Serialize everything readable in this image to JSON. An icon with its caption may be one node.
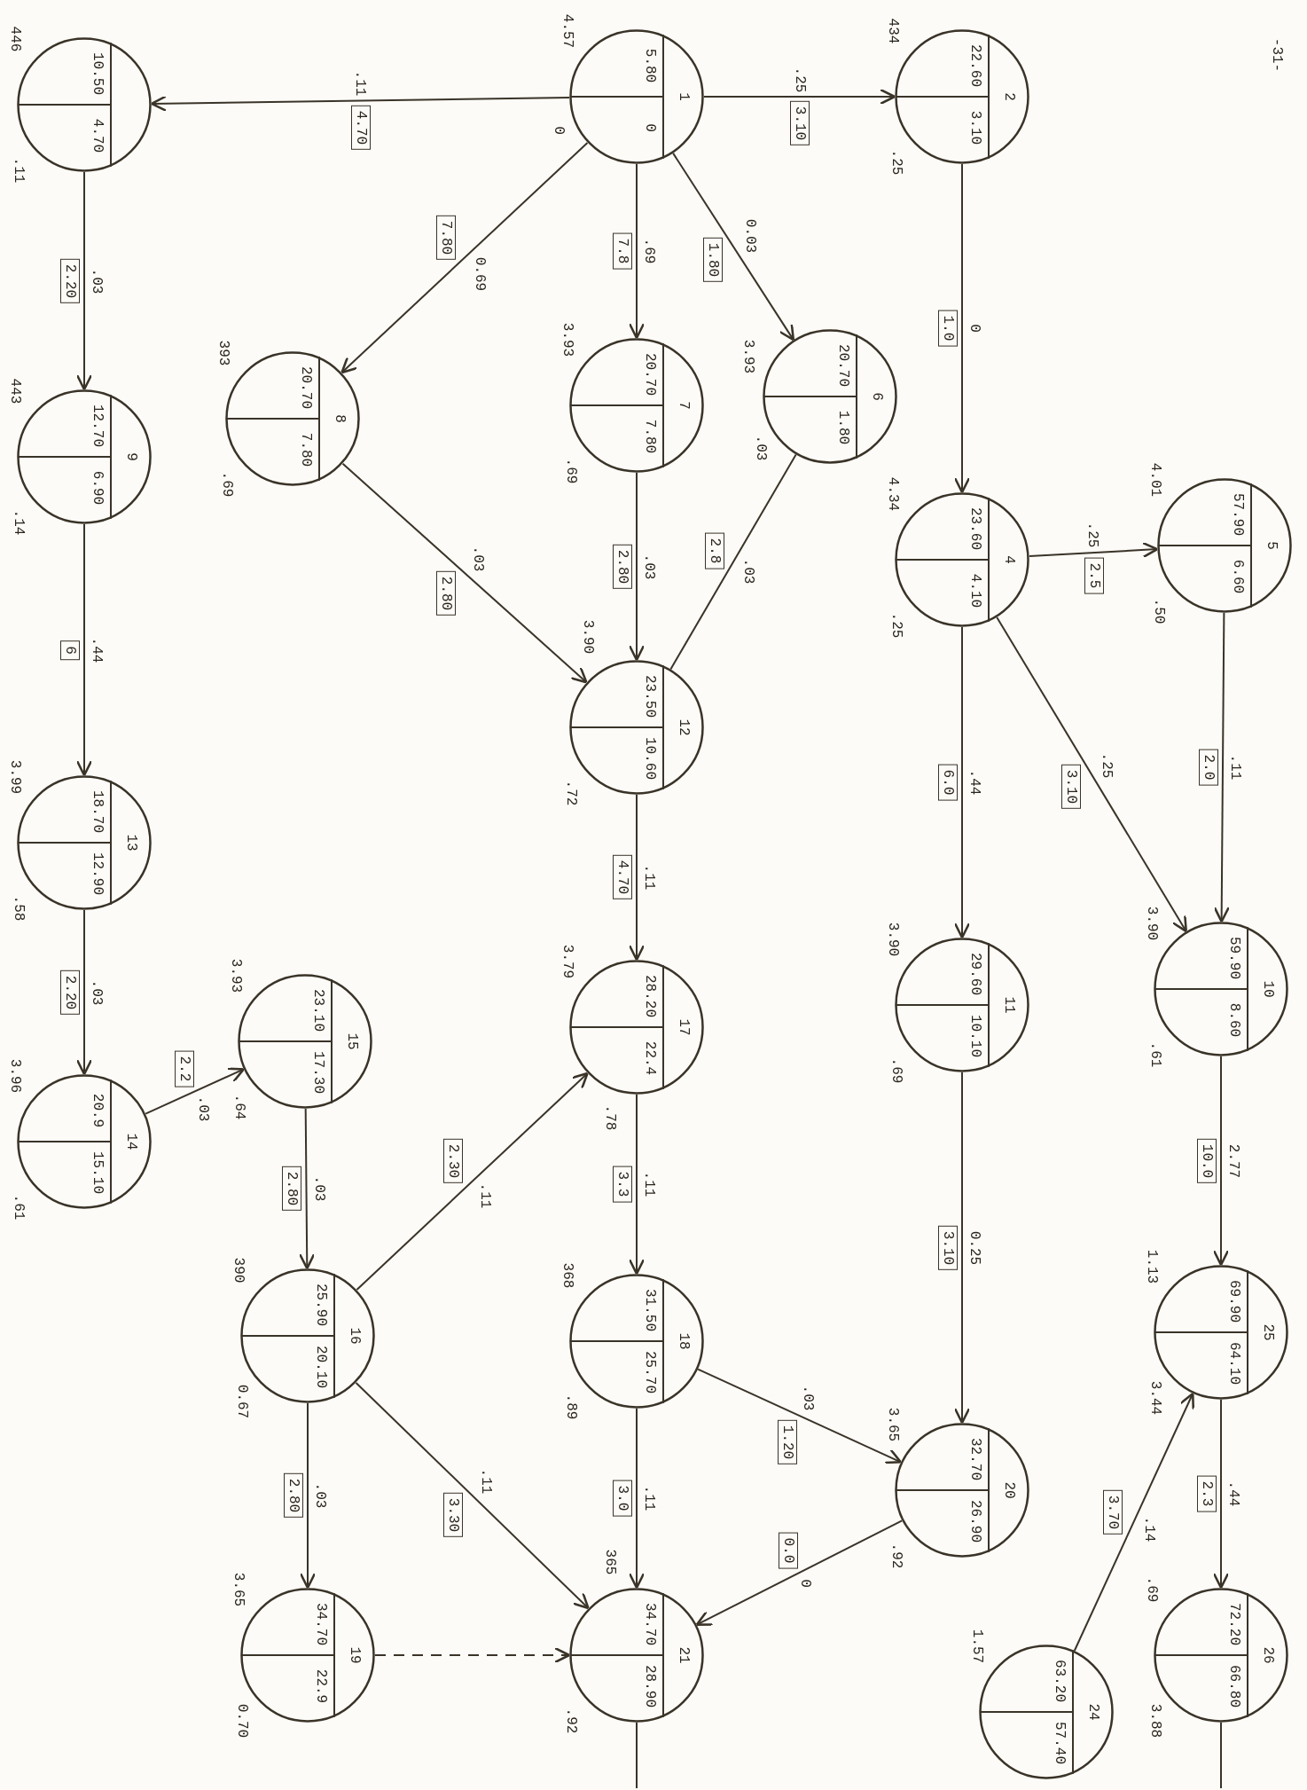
{
  "diagram": {
    "nodes": [
      {
        "text": [
          "10.50",
          "4.70"
        ],
        "beside": [
          "446",
          ".11"
        ]
      },
      {
        "text": [
          "1",
          "5.80",
          "0"
        ],
        "beside": [
          "4.57",
          "0"
        ]
      },
      {
        "text": [
          "2",
          "22.60",
          "3.10"
        ],
        "beside": [
          "434",
          ".25"
        ]
      },
      {
        "text": [
          "4",
          "23.60",
          "4.10"
        ],
        "beside": [
          "4.34",
          ".25"
        ]
      },
      {
        "text": [
          "5",
          "57.90",
          "6.60"
        ],
        "beside": [
          "4.01",
          ".50"
        ]
      },
      {
        "text": [
          "6",
          "20.70",
          "1.80"
        ],
        "beside": [
          "3.93",
          ".03"
        ]
      },
      {
        "text": [
          "7",
          "20.70",
          "7.80"
        ],
        "beside": [
          "3.93",
          ".69"
        ]
      },
      {
        "text": [
          "8",
          "20.70",
          "7.80"
        ],
        "beside": [
          "393",
          ".69"
        ]
      },
      {
        "text": [
          "9",
          "12.70",
          "6.90"
        ],
        "beside": [
          "443",
          ".14"
        ]
      },
      {
        "text": [
          "10",
          "59.90",
          "8.60"
        ],
        "beside": [
          "3.90",
          ".61"
        ]
      },
      {
        "text": [
          "11",
          "29.60",
          "10.10"
        ],
        "beside": [
          "3.90",
          ".69"
        ]
      },
      {
        "text": [
          "12",
          "23.50",
          "10.60"
        ],
        "beside": [
          "3.90",
          ".72"
        ]
      },
      {
        "text": [
          "13",
          "18.70",
          "12.90"
        ],
        "beside": [
          "3.99",
          ".58"
        ]
      },
      {
        "text": [
          "14",
          "20.9",
          "15.10"
        ],
        "beside": [
          "3.96",
          ".61"
        ]
      },
      {
        "text": [
          "15",
          "23.10",
          "17.30"
        ],
        "beside": [
          "3.93",
          ".64"
        ]
      },
      {
        "text": [
          "16",
          "25.90",
          "20.10"
        ],
        "beside": [
          "390",
          "0.67"
        ]
      },
      {
        "text": [
          "17",
          "28.20",
          "22.4"
        ],
        "beside": [
          "3.79",
          ".78"
        ]
      },
      {
        "text": [
          "18",
          "31.50",
          "25.70"
        ],
        "beside": [
          "368",
          ".89"
        ]
      },
      {
        "text": [
          "19",
          "34.70",
          "22.9"
        ],
        "beside": [
          "3.65",
          "0.70"
        ]
      },
      {
        "text": [
          "20",
          "32.70",
          "26.90"
        ],
        "beside": [
          "3.65",
          ".92"
        ]
      },
      {
        "text": [
          "21",
          "34.70",
          "28.90"
        ],
        "beside": [
          "365",
          ".92"
        ]
      },
      {
        "text": [
          "24",
          "63.20",
          "57.40"
        ],
        "beside": [
          "1.57"
        ]
      },
      {
        "text": [
          "25",
          "69.90",
          "64.10"
        ],
        "beside": [
          "1.13",
          "3.44"
        ]
      },
      {
        "text": [
          "26",
          "72.20",
          "66.80"
        ],
        "beside": [
          ".69",
          "3.88"
        ]
      }
    ],
    "edges": [
      {
        "from": 1,
        "to": 0,
        "arrow": "to",
        "label": "4.70"
      },
      {
        "from": 1,
        "to": 2,
        "arrow": "to",
        "label": "3.10"
      },
      {
        "from": 1,
        "to": 7,
        "arrow": "to",
        "label": "7.80"
      },
      {
        "from": 1,
        "to": 6,
        "arrow": "to",
        "label": "7.8"
      },
      {
        "from": 1,
        "to": 5,
        "arrow": "to",
        "label": "1.80"
      },
      {
        "from": 0,
        "to": 8,
        "arrow": "to",
        "label": "2.20"
      },
      {
        "from": 2,
        "to": 3,
        "arrow": "to",
        "label": "1.0"
      },
      {
        "from": 7,
        "to": 11,
        "arrow": "to",
        "label": "2.80"
      },
      {
        "from": 6,
        "to": 11,
        "arrow": "to",
        "label": "2.80"
      },
      {
        "from": 5,
        "to": 11,
        "arrow": "none",
        "label": "2.8"
      },
      {
        "from": 3,
        "to": 4,
        "arrow": "to",
        "label": "2.5"
      },
      {
        "from": 3,
        "to": 10,
        "arrow": "to",
        "label": "6.0"
      },
      {
        "from": 3,
        "to": 9,
        "arrow": "to",
        "label": "3.10"
      },
      {
        "from": 4,
        "to": 9,
        "arrow": "to",
        "label": "2.0"
      },
      {
        "from": 8,
        "to": 12,
        "arrow": "to",
        "label": "6"
      },
      {
        "from": 11,
        "to": 16,
        "arrow": "to",
        "label": "4.70"
      },
      {
        "from": 12,
        "to": 13,
        "arrow": "to",
        "label": "2.20"
      },
      {
        "from": 13,
        "to": 14,
        "arrow": "to",
        "label": "2.2"
      },
      {
        "from": 9,
        "to": 22,
        "arrow": "to",
        "label": "10.0"
      },
      {
        "from": 10,
        "to": 19,
        "arrow": "to",
        "label": "3.10"
      },
      {
        "from": 14,
        "to": 15,
        "arrow": "to",
        "label": "2.80"
      },
      {
        "from": 15,
        "to": 16,
        "arrow": "to",
        "label": "2.30"
      },
      {
        "from": 16,
        "to": 17,
        "arrow": "to",
        "label": "3.3"
      },
      {
        "from": 15,
        "to": 20,
        "arrow": "to",
        "label": "3.30"
      },
      {
        "from": 15,
        "to": 18,
        "arrow": "to",
        "label": "2.80"
      },
      {
        "from": 17,
        "to": 19,
        "arrow": "to",
        "label": "1.20"
      },
      {
        "from": 17,
        "to": 20,
        "arrow": "to",
        "label": "3.0"
      },
      {
        "from": 19,
        "to": 20,
        "arrow": "to",
        "label": "0.0"
      },
      {
        "from": 22,
        "to": 23,
        "arrow": "to",
        "label": "2.3"
      },
      {
        "from": 21,
        "to": 22,
        "arrow": "to",
        "label": "3.70"
      },
      {
        "from": 18,
        "to": 20,
        "arrow": "to",
        "style": "dashed"
      },
      {
        "from": 20,
        "to": null,
        "arrow": "none"
      },
      {
        "from": 23,
        "to": null,
        "arrow": "none"
      }
    ],
    "labels": [
      ".11",
      ".25",
      "0.69",
      ".69",
      "0.03",
      ".03",
      "0",
      ".03",
      ".03",
      ".03",
      ".25",
      ".44",
      ".25",
      ".11",
      ".44",
      ".11",
      ".03",
      ".03",
      "2.77",
      "0.25",
      ".03",
      ".11",
      ".11",
      ".11",
      ".03",
      ".03",
      ".11",
      "0",
      ".44",
      ".14",
      "-31-"
    ]
  }
}
